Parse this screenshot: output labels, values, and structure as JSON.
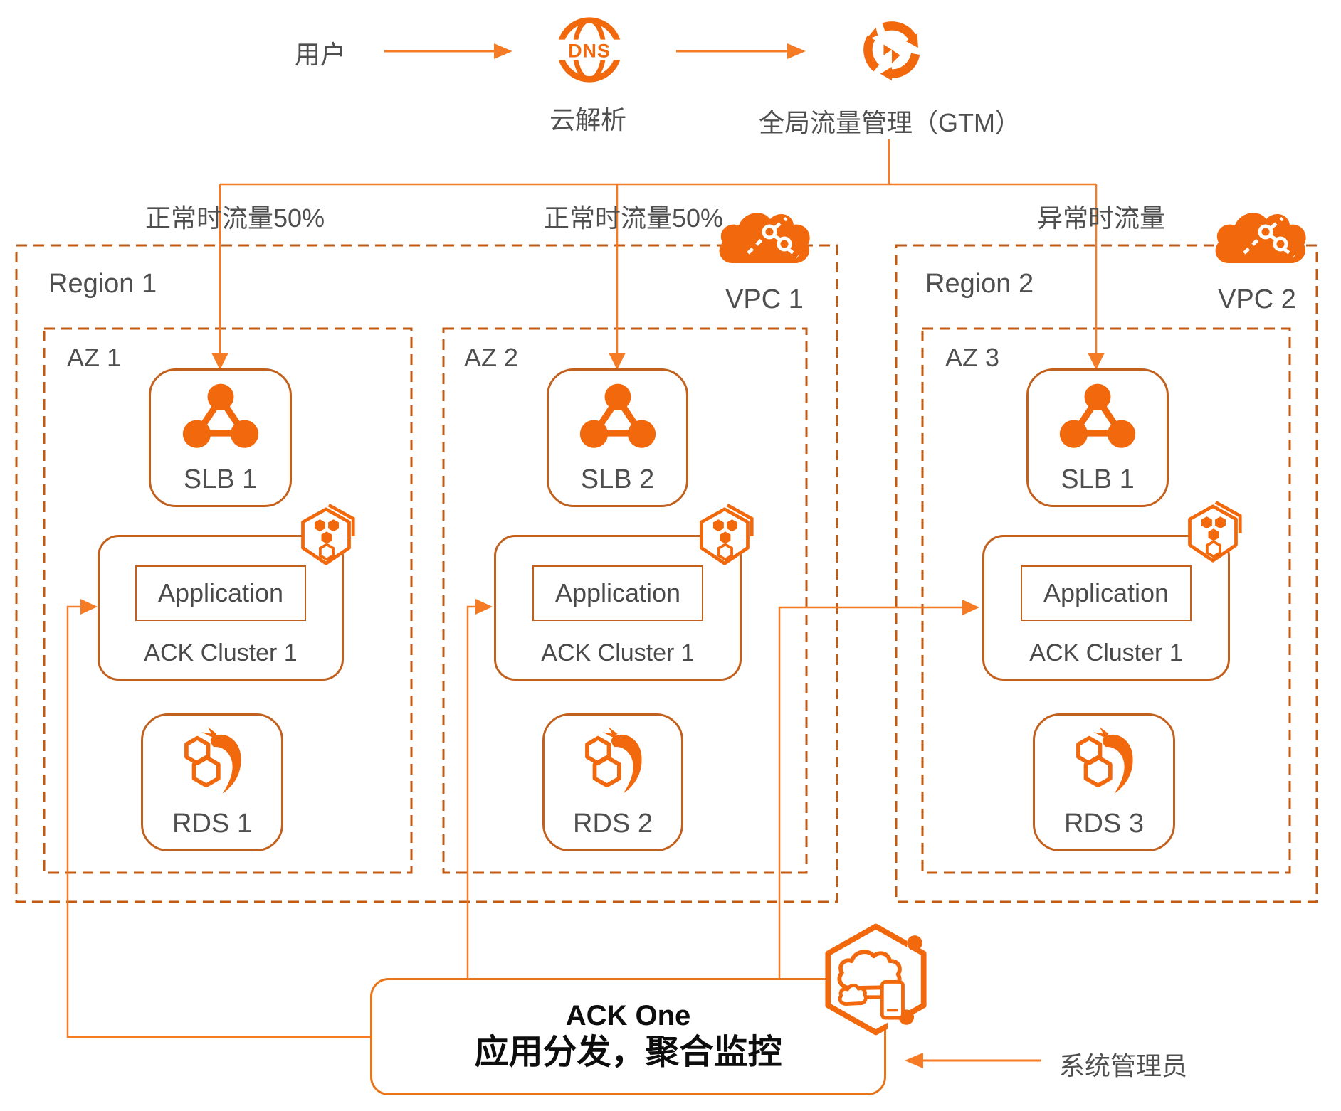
{
  "colors": {
    "icon_orange": "#F2690D",
    "line_orange": "#F57B25",
    "solid_box_border": "#C2601D",
    "dashed_border": "#C35A11",
    "text_gray": "#4F4F4F",
    "text_black": "#0D0D0D"
  },
  "flow": {
    "user": "用户",
    "dns_icon_text": "DNS",
    "dns_label": "云解析",
    "gtm_label": "全局流量管理（GTM）"
  },
  "traffic": {
    "normal_left": "正常时流量50%",
    "normal_mid": "正常时流量50%",
    "abnormal": "异常时流量"
  },
  "regions": [
    {
      "label": "Region 1",
      "vpc": "VPC 1",
      "azs": [
        {
          "label": "AZ 1",
          "slb": "SLB 1",
          "app": "Application",
          "cluster": "ACK Cluster 1",
          "rds": "RDS 1"
        },
        {
          "label": "AZ 2",
          "slb": "SLB 2",
          "app": "Application",
          "cluster": "ACK Cluster 1",
          "rds": "RDS 2"
        }
      ]
    },
    {
      "label": "Region 2",
      "vpc": "VPC 2",
      "azs": [
        {
          "label": "AZ 3",
          "slb": "SLB 1",
          "app": "Application",
          "cluster": "ACK Cluster 1",
          "rds": "RDS 3"
        }
      ]
    }
  ],
  "ack_one": {
    "title": "ACK One",
    "subtitle": "应用分发，聚合监控"
  },
  "admin": {
    "label": "系统管理员"
  },
  "icons": {
    "dns": "dns-globe-icon",
    "gtm": "global-traffic-manager-icon",
    "vpc": "vpc-cloud-icon",
    "slb": "slb-load-balancer-icon",
    "acs": "ack-container-service-icon",
    "rds": "rds-dolphin-icon",
    "ack_one": "ack-one-hexagon-cloud-icon"
  }
}
